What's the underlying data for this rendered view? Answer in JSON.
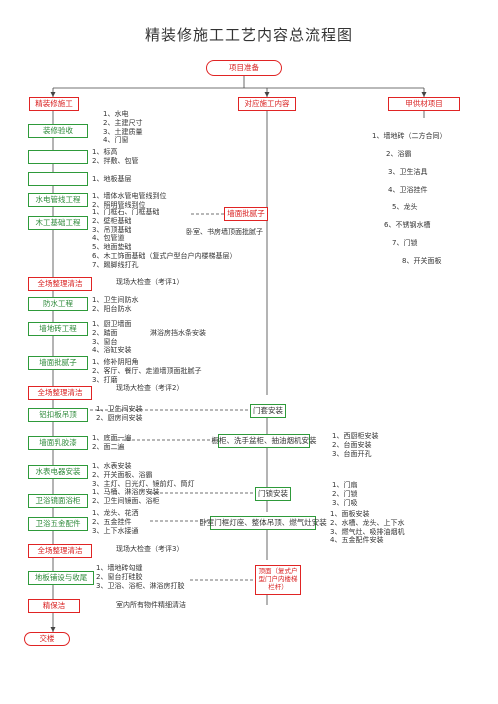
{
  "title": "精装修施工工艺内容总流程图",
  "start": "项目准备",
  "branch_headers": {
    "left": "精装修施工",
    "middle": "对应施工内容",
    "right": "甲供材项目"
  },
  "left_column": [
    {
      "id": "acceptance",
      "label": "装修验收",
      "style": "green",
      "notes": [
        "1、水电",
        "2、主建尺寸",
        "3、土建质量",
        "4、门窗"
      ]
    },
    {
      "id": "b2",
      "label": "",
      "style": "green",
      "notes": [
        "1、标高",
        "2、拌敷、包管"
      ]
    },
    {
      "id": "b3",
      "label": "",
      "style": "green",
      "notes": [
        "1、地板基层"
      ]
    },
    {
      "id": "plumbing",
      "label": "水电管线工程",
      "style": "green",
      "notes": [
        "1、墙体水管电管线到位",
        "2、照明管线到位"
      ]
    },
    {
      "id": "carpentry",
      "label": "木工基础工程",
      "style": "green",
      "notes": [
        "1、门框石、门框基础",
        "2、壁柜基础",
        "3、吊顶基础",
        "4、包管道",
        "5、地面垫础",
        "6、木工饰面基础（复式户型台户内楼梯基层）",
        "7、踢脚线打孔"
      ]
    },
    {
      "id": "clean1",
      "label": "全场整理清洁",
      "style": "red",
      "notes": [
        "现场大检查（考评1）"
      ]
    },
    {
      "id": "waterproof",
      "label": "防水工程",
      "style": "green",
      "notes": [
        "1、卫生间防水",
        "2、阳台防水"
      ]
    },
    {
      "id": "tiling",
      "label": "墙地砖工程",
      "style": "green",
      "notes": [
        "1、厨卫墙面",
        "2、踏面",
        "3、窗台",
        "4、浴缸安装"
      ]
    },
    {
      "id": "putty",
      "label": "墙面批腻子",
      "style": "green",
      "notes": [
        "1、修补阴阳角",
        "2、客厅、餐厅、走道墙顶面批腻子",
        "3、打磨",
        "现场大检查（考评2）"
      ]
    },
    {
      "id": "clean2",
      "label": "全场整理清洁",
      "style": "red",
      "notes": []
    },
    {
      "id": "cabinet",
      "label": "铝扣板吊顶",
      "style": "green",
      "notes": [
        "1、卫生间安装",
        "2、厨房间安装"
      ]
    },
    {
      "id": "paint",
      "label": "墙面乳胶漆",
      "style": "green",
      "notes": [
        "1、底面一遍",
        "2、面二遍"
      ]
    },
    {
      "id": "fixtures",
      "label": "水表电器安装",
      "style": "green",
      "notes": [
        "1、水表安装",
        "2、开关面板、浴霸",
        "3、主灯、日光灯、镜前灯、筒灯",
        "1、马桶、淋浴房安装",
        "2、卫生间镜面、浴柜"
      ]
    },
    {
      "id": "bath",
      "label": "卫浴镜面浴柜",
      "style": "green",
      "notes": []
    },
    {
      "id": "hardware",
      "label": "卫浴五金配件",
      "style": "green",
      "notes": [
        "1、龙头、花洒",
        "2、五金挂件",
        "3、上下水接通"
      ]
    },
    {
      "id": "clean3",
      "label": "全场整理清洁",
      "style": "red",
      "notes": [
        "现场大检查（考评3）"
      ]
    },
    {
      "id": "floor",
      "label": "地板铺设与收尾",
      "style": "green",
      "notes": [
        "1、墙地砖勾缝",
        "2、窗台打硅胶",
        "3、卫浴、浴柜、淋浴房打胶"
      ]
    },
    {
      "id": "clean4",
      "label": "精保洁",
      "style": "red",
      "notes": [
        "室内所有物件精细清洁"
      ]
    },
    {
      "id": "handover",
      "label": "交楼",
      "style": "red",
      "notes": []
    }
  ],
  "middle_column": [
    {
      "id": "m1",
      "label": "墙面批腻子",
      "note": "卧室、书房墙顶面批腻子"
    },
    {
      "id": "m2",
      "label": "门套安装"
    },
    {
      "id": "m3",
      "label": "橱柜、洗手盆柜、抽油烟机安装"
    },
    {
      "id": "m4",
      "label": "门锁安装"
    },
    {
      "id": "m5",
      "label": "卧室门框灯座、整体吊顶、燃气灶安装"
    },
    {
      "id": "m6",
      "label": "顶面（复式户型门户内楼梯栏杆）"
    },
    {
      "id": "m_note1",
      "label": "淋浴房挡水条安装"
    }
  ],
  "right_list": [
    "1、墙地砖（二方合同）",
    "2、浴霸",
    "3、卫生洁具",
    "4、卫浴挂件",
    "5、龙头",
    "6、不锈钢水槽",
    "7、门锁",
    "8、开关面板"
  ],
  "right_notes": {
    "after_cabinet": [
      "1、西厨柜安装",
      "2、台面安装",
      "3、台面开孔"
    ],
    "after_door": [
      "1、门扇",
      "2、门锁",
      "3、门吸"
    ],
    "after_hardware": [
      "1、面板安装",
      "2、水槽、龙头、上下水",
      "3、燃气灶、吸排油烟机",
      "4、五金配件安装"
    ]
  }
}
